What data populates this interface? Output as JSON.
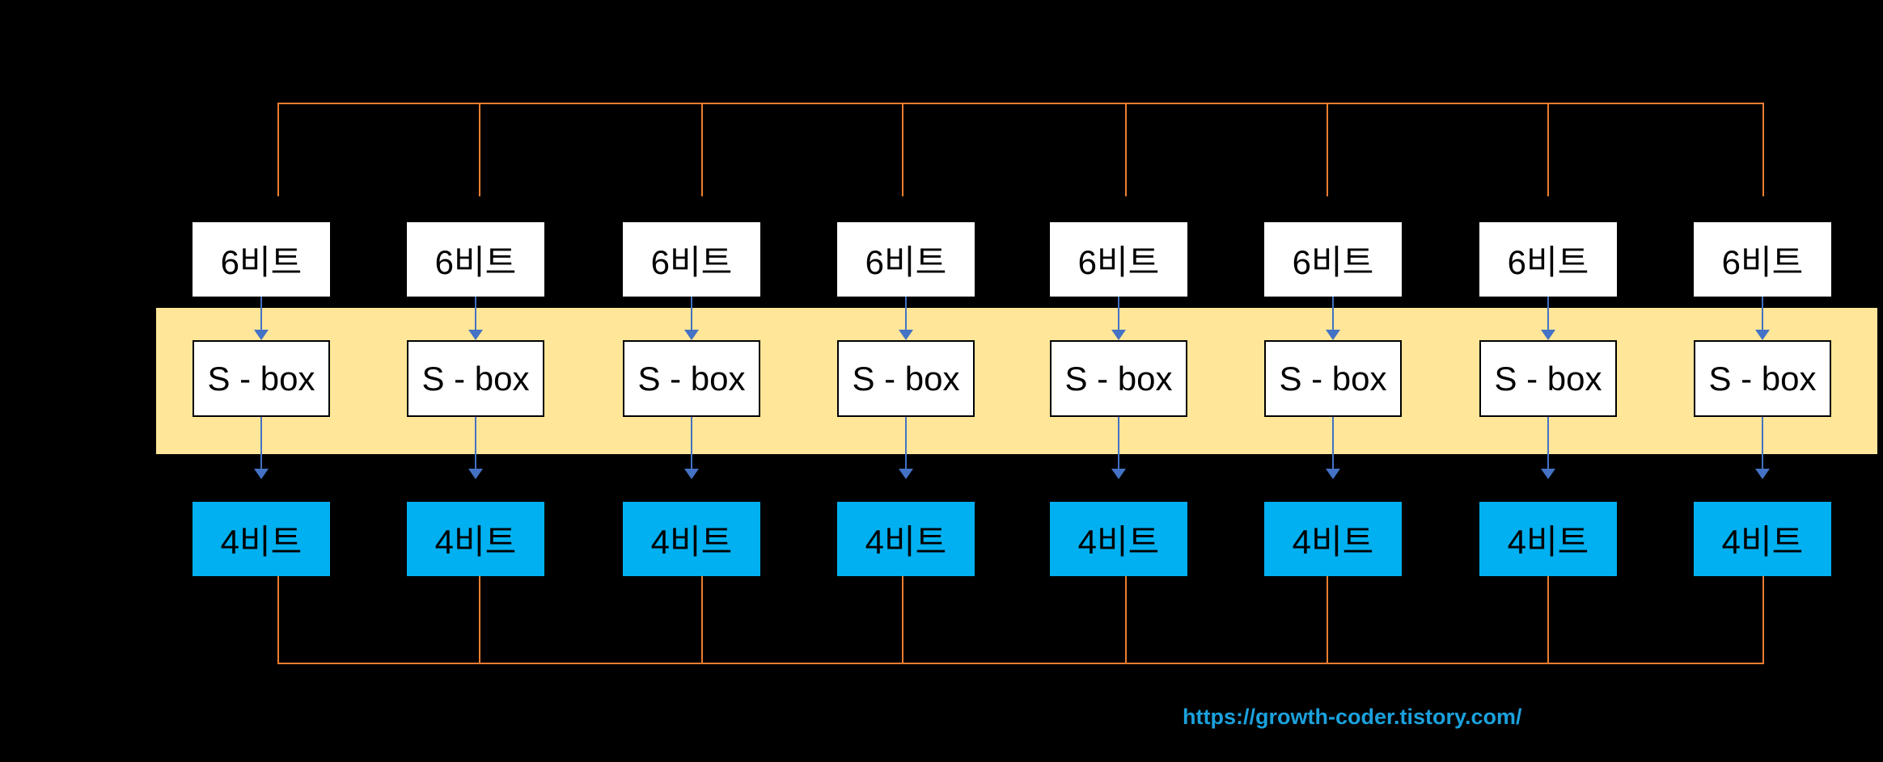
{
  "diagram": {
    "source_url": "https://growth-coder.tistory.com/",
    "columns": [
      {
        "input_label": "6비트",
        "sbox_label": "S - box",
        "output_label": "4비트"
      },
      {
        "input_label": "6비트",
        "sbox_label": "S - box",
        "output_label": "4비트"
      },
      {
        "input_label": "6비트",
        "sbox_label": "S - box",
        "output_label": "4비트"
      },
      {
        "input_label": "6비트",
        "sbox_label": "S - box",
        "output_label": "4비트"
      },
      {
        "input_label": "6비트",
        "sbox_label": "S - box",
        "output_label": "4비트"
      },
      {
        "input_label": "6비트",
        "sbox_label": "S - box",
        "output_label": "4비트"
      },
      {
        "input_label": "6비트",
        "sbox_label": "S - box",
        "output_label": "4비트"
      },
      {
        "input_label": "6비트",
        "sbox_label": "S - box",
        "output_label": "4비트"
      }
    ],
    "colors": {
      "background": "#000000",
      "bus_line": "#ED7D31",
      "band": "#FFE699",
      "box_fill": "#FFFFFF",
      "sbox_border": "#000000",
      "output_box_fill": "#00B0F0",
      "arrow": "#4472C4",
      "link_text": "#1BA1DC",
      "box_text": "#000000"
    }
  }
}
